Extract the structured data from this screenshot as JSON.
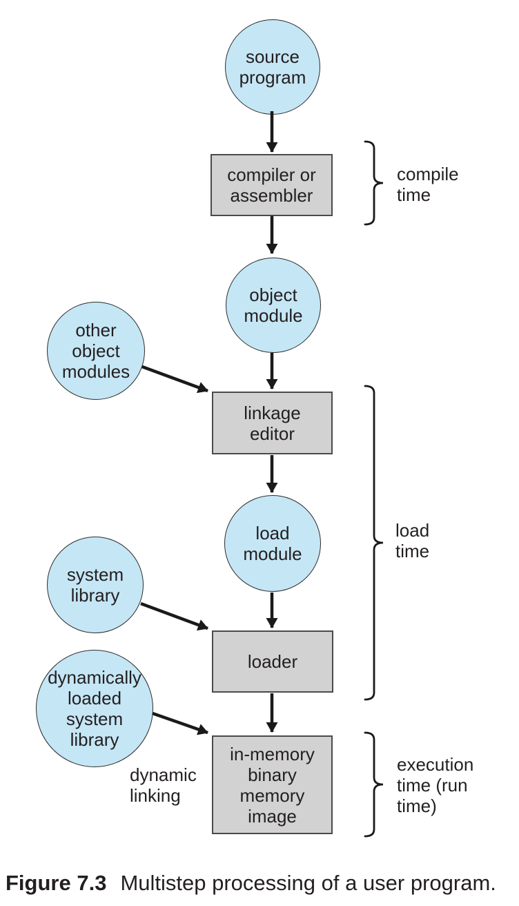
{
  "nodes": {
    "source_program": {
      "label": "source\nprogram"
    },
    "object_module": {
      "label": "object\nmodule"
    },
    "other_object_modules": {
      "label": "other\nobject\nmodules"
    },
    "load_module": {
      "label": "load\nmodule"
    },
    "system_library": {
      "label": "system\nlibrary"
    },
    "dynamically_loaded_system_library": {
      "label": "dynamically\nloaded\nsystem\nlibrary"
    }
  },
  "boxes": {
    "compiler_or_assembler": {
      "label": "compiler or\nassembler"
    },
    "linkage_editor": {
      "label": "linkage\neditor"
    },
    "loader": {
      "label": "loader"
    },
    "in_memory_binary_memory_image": {
      "label": "in-memory\nbinary\nmemory\nimage"
    }
  },
  "stage_labels": {
    "compile_time": "compile\ntime",
    "load_time": "load\ntime",
    "execution_time": "execution\ntime (run\ntime)"
  },
  "annotations": {
    "dynamic_linking": "dynamic\nlinking"
  },
  "caption": {
    "label": "Figure 7.3",
    "text": "Multistep processing of a user program."
  },
  "colors": {
    "circle_fill": "#c5e6f5",
    "circle_border": "#2b2b2b",
    "box_fill": "#d2d2d2",
    "box_border": "#4a4a4a",
    "arrow": "#1a1a1a",
    "text": "#231f20",
    "background": "#ffffff"
  }
}
